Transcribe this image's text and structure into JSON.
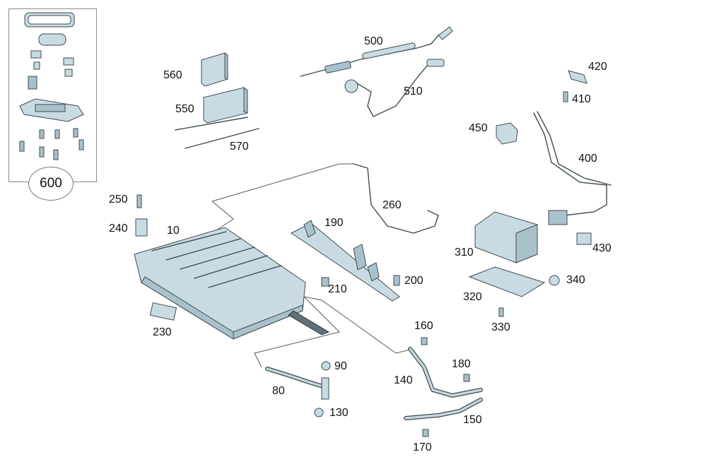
{
  "inset": {
    "badge": "600"
  },
  "callouts": [
    {
      "id": "c10",
      "text": "10"
    },
    {
      "id": "c80",
      "text": "80"
    },
    {
      "id": "c90",
      "text": "90"
    },
    {
      "id": "c130",
      "text": "130"
    },
    {
      "id": "c140",
      "text": "140"
    },
    {
      "id": "c150",
      "text": "150"
    },
    {
      "id": "c160",
      "text": "160"
    },
    {
      "id": "c170",
      "text": "170"
    },
    {
      "id": "c180",
      "text": "180"
    },
    {
      "id": "c190",
      "text": "190"
    },
    {
      "id": "c200",
      "text": "200"
    },
    {
      "id": "c210",
      "text": "210"
    },
    {
      "id": "c230",
      "text": "230"
    },
    {
      "id": "c240",
      "text": "240"
    },
    {
      "id": "c250",
      "text": "250"
    },
    {
      "id": "c260",
      "text": "260"
    },
    {
      "id": "c310",
      "text": "310"
    },
    {
      "id": "c320",
      "text": "320"
    },
    {
      "id": "c330",
      "text": "330"
    },
    {
      "id": "c340",
      "text": "340"
    },
    {
      "id": "c400",
      "text": "400"
    },
    {
      "id": "c410",
      "text": "410"
    },
    {
      "id": "c420",
      "text": "420"
    },
    {
      "id": "c430",
      "text": "430"
    },
    {
      "id": "c450",
      "text": "450"
    },
    {
      "id": "c500",
      "text": "500"
    },
    {
      "id": "c510",
      "text": "510"
    },
    {
      "id": "c550",
      "text": "550"
    },
    {
      "id": "c560",
      "text": "560"
    },
    {
      "id": "c570",
      "text": "570"
    }
  ]
}
